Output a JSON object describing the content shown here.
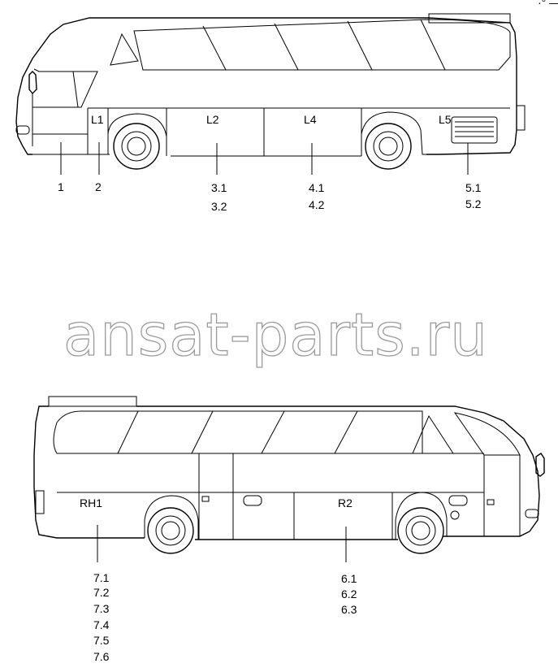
{
  "corner_mark": "·° —",
  "watermark": "ansat-parts.ru",
  "left_view": {
    "panels": [
      "L1",
      "L2",
      "L4",
      "L5"
    ],
    "callouts": [
      "1",
      "2",
      "3.1",
      "3.2",
      "4.1",
      "4.2",
      "5.1",
      "5.2"
    ]
  },
  "right_view": {
    "panels": [
      "RH1",
      "R2"
    ],
    "callouts": [
      "7.1",
      "7.2",
      "7.3",
      "7.4",
      "7.5",
      "7.6",
      "6.1",
      "6.2",
      "6.3"
    ]
  }
}
